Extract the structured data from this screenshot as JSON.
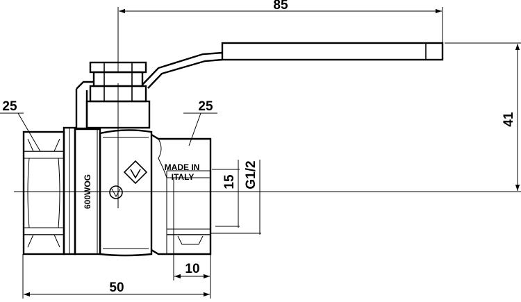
{
  "drawing": {
    "dimensions": {
      "overall_length": "85",
      "height": "41",
      "body_length": "50",
      "thread_depth": "10",
      "wrench_left": "25",
      "wrench_right": "25",
      "bore": "15",
      "thread": "G1/2"
    },
    "markings": {
      "pressure": "600WOG",
      "origin_line1": "MADE IN",
      "origin_line2": "ITALY"
    },
    "icons": [
      "valve-logo-icon",
      "ball-valve-drawing"
    ]
  }
}
